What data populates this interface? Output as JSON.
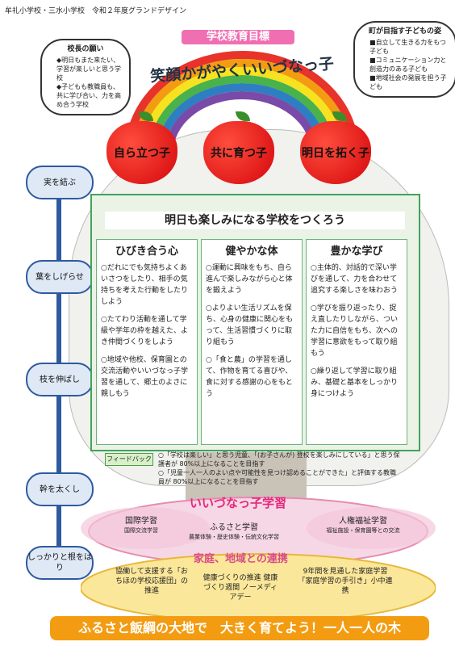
{
  "header": {
    "title": "牟礼小学校・三水小学校　令和２年度グランドデザイン"
  },
  "goal": {
    "label": "学校教育目標",
    "slogan": "笑顔かがやくいいづなっ子"
  },
  "principal": {
    "title": "校長の願い",
    "items": [
      "明日もまた来たい、学習が楽しいと思う学校",
      "子どもも教職員も、共に学び合い、力を高め合う学校"
    ]
  },
  "town": {
    "title": "町が目指す子どもの姿",
    "items": [
      "自立して生きる力をもつ子ども",
      "コミュニケーション力と創造力のある子ども",
      "地域社会の発展を担う子ども"
    ]
  },
  "apples": [
    "自ら立つ子",
    "共に育つ子",
    "明日を拓く子"
  ],
  "stages": [
    "実を結ぶ",
    "葉をしげらせ",
    "枝を伸ばし",
    "幹を太くし",
    "しっかりと根をはり"
  ],
  "main": {
    "title": "明日も楽しみになる学校をつくろう",
    "columns": [
      {
        "heading": "ひびき合う心",
        "items": [
          "○だれにでも気持ちよくあいさつをしたり、相手の気持ちを考えた行動をしたりしよう",
          "○たてわり活動を通して学級や学年の枠を越えた、よき仲間づくりをしよう",
          "○地域や他校、保育園との交流活動やいいづなっ子学習を通して、郷土のよさに親しもう"
        ]
      },
      {
        "heading": "健やかな体",
        "items": [
          "○運動に興味をもち、自ら進んで楽しみながら心と体を鍛えよう",
          "○よりよい生活リズムを保ち、心身の健康に関心をもって、生活習慣づくりに取り組もう",
          "○「食と農」の学習を通して、作物を育てる喜びや、食に対する感謝の心をもとう"
        ]
      },
      {
        "heading": "豊かな学び",
        "items": [
          "○主体的、対話的で深い学びを通して、力を合わせて追究する楽しさを味わおう",
          "○学びを振り返ったり、捉え直したりしながら、ついた力に自信をもち、次への学習に意欲をもって取り組もう",
          "○繰り返して学習に取り組み、基礎と基本をしっかり身につけよう"
        ]
      }
    ]
  },
  "feedback": {
    "label": "フィードバック",
    "items": [
      "○「学校は楽しい」と思う児童、「(お子さんが) 登校を楽しみにしている」と思う保護者が 80%以上になることを目指す",
      "○「児童一人一人のよい点や可能性を見つけ認めることができた」と評価する教職員が 80%以上になることを目指す"
    ]
  },
  "learning": {
    "title": "いいづなっ子学習",
    "areas": [
      {
        "name": "国際学習",
        "sub": "国際交流学習"
      },
      {
        "name": "ふるさと学習",
        "sub": "農業体験・歴史体験・伝統文化学習"
      },
      {
        "name": "人権福祉学習",
        "sub": "福祉施設・保育園等との交流"
      }
    ]
  },
  "home": {
    "title": "家庭、地域との連携",
    "items": [
      "協働して支援する「おちほの学校応援団」の推進",
      "健康づくりの推進 健康づくり週間 ノーメディアデー",
      "9年間を見通した家庭学習「家庭学習の手引き」小中連携"
    ]
  },
  "banner": "ふるさと飯綱の大地で　大きく育てよう！一人一人の木",
  "colors": {
    "apple": "#e1140f",
    "goal": "#f06fb2",
    "frame": "#42a35a",
    "ladder": "#2e5aa0",
    "banner": "#f39c12"
  }
}
